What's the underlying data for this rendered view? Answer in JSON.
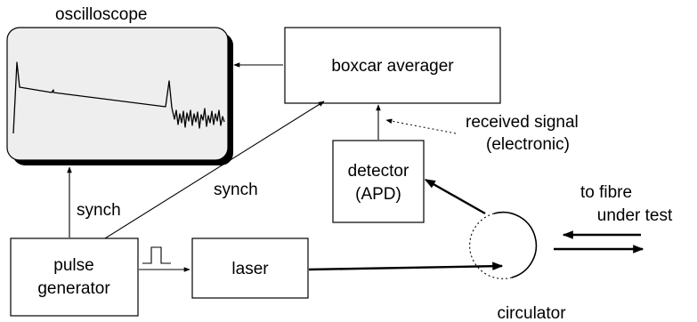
{
  "labels": {
    "oscilloscope": "oscilloscope",
    "boxcar": "boxcar averager",
    "received_line1": "received signal",
    "received_line2": "(electronic)",
    "detector_line1": "detector",
    "detector_line2": "(APD)",
    "synch_left": "synch",
    "synch_diag": "synch",
    "pulse_line1": "pulse",
    "pulse_line2": "generator",
    "laser": "laser",
    "fibre_line1": "to fibre",
    "fibre_line2": "under test",
    "circulator": "circulator"
  },
  "colors": {
    "screen_fill": "#eeeeee",
    "shadow": "#000000",
    "line": "#000000"
  }
}
